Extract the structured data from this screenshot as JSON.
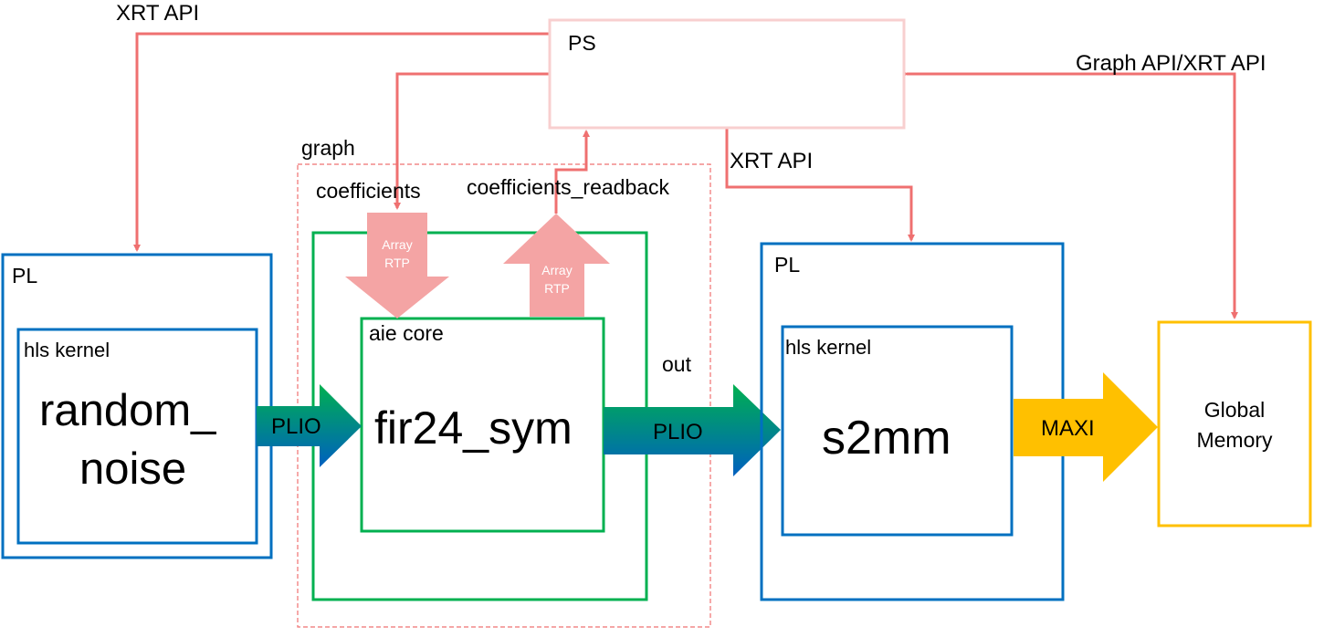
{
  "colors": {
    "connector": "#ef7070",
    "ps_border": "#f8cfcf",
    "pl_border": "#0070c0",
    "aie_border": "#00b050",
    "memory_border": "#ffc000",
    "rtp_arrow": "#f4a4a4",
    "maxi_arrow": "#ffc000"
  },
  "labels": {
    "xrt_api_left": "XRT API",
    "ps": "PS",
    "graph_xrt_api": "Graph API/XRT API",
    "graph": "graph",
    "coefficients": "coefficients",
    "coefficients_readback": "coefficients_readback",
    "xrt_api_right": "XRT API",
    "out": "out"
  },
  "left_pl": {
    "title": "PL",
    "kernel_label": "hls kernel",
    "kernel_name_line1": "random_",
    "kernel_name_line2": "noise"
  },
  "aie": {
    "title": "aie core",
    "kernel_name": "fir24_sym"
  },
  "rtp_in": {
    "line1": "Array",
    "line2": "RTP"
  },
  "rtp_out": {
    "line1": "Array",
    "line2": "RTP"
  },
  "plio_in": "PLIO",
  "plio_out": "PLIO",
  "right_pl": {
    "title": "PL",
    "kernel_label": "hls kernel",
    "kernel_name": "s2mm"
  },
  "maxi": "MAXI",
  "global_memory": {
    "line1": "Global",
    "line2": "Memory"
  }
}
